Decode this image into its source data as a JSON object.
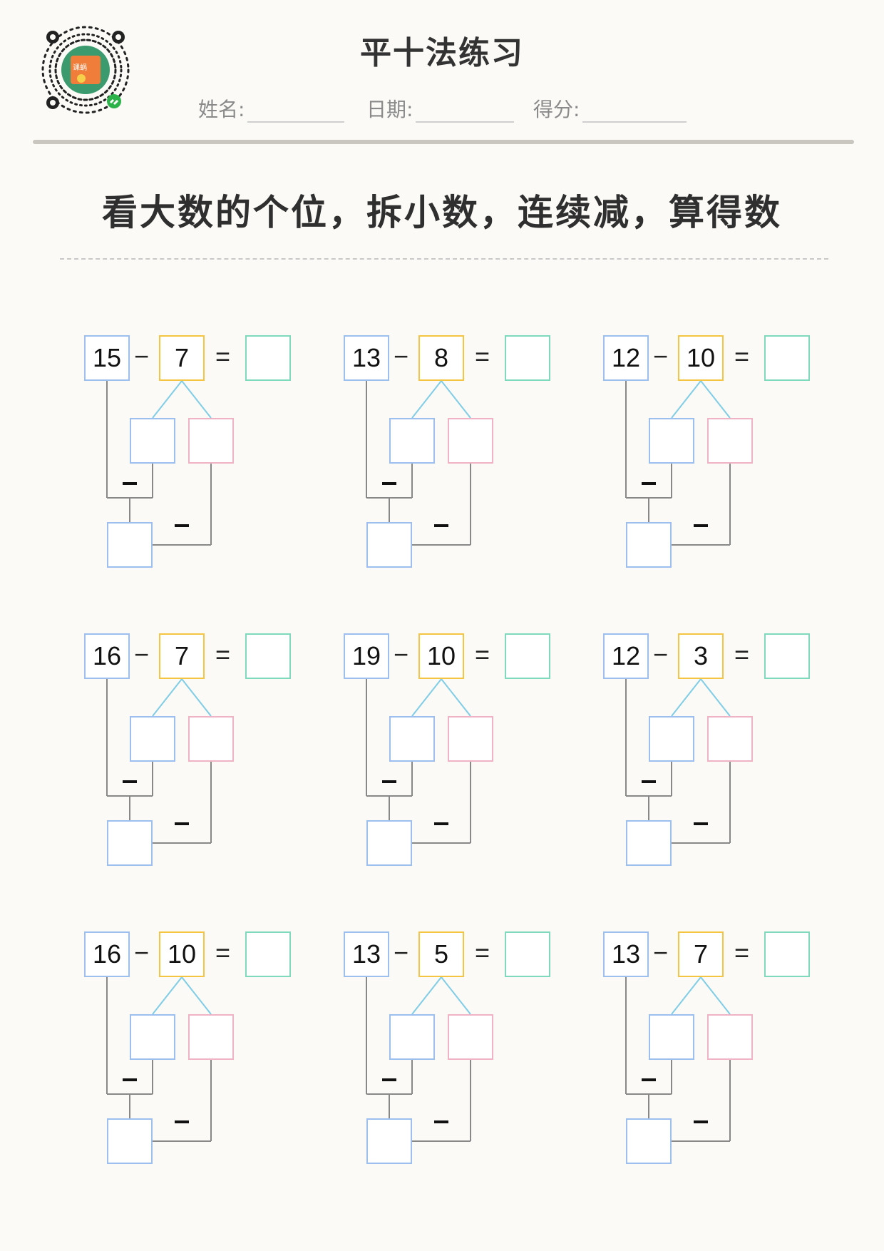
{
  "header": {
    "title": "平十法练习",
    "name_label": "姓名:",
    "date_label": "日期:",
    "score_label": "得分:",
    "qr_logo_text": "课蜗"
  },
  "instruction": "看大数的个位，拆小数，连续减，算得数",
  "symbols": {
    "minus": "−",
    "equals": "="
  },
  "problems": [
    {
      "a": "15",
      "b": "7"
    },
    {
      "a": "13",
      "b": "8"
    },
    {
      "a": "12",
      "b": "10"
    },
    {
      "a": "16",
      "b": "7"
    },
    {
      "a": "19",
      "b": "10"
    },
    {
      "a": "12",
      "b": "3"
    },
    {
      "a": "16",
      "b": "10"
    },
    {
      "a": "13",
      "b": "5"
    },
    {
      "a": "13",
      "b": "7"
    }
  ],
  "colors": {
    "minuend_border": "#9dbff0",
    "subtrahend_border": "#f5c542",
    "answer_border": "#7fd9bd",
    "split_left_border": "#9dbff0",
    "split_right_border": "#f0b3c6",
    "split_line": "#7fcde6",
    "connector_line": "#888888"
  }
}
